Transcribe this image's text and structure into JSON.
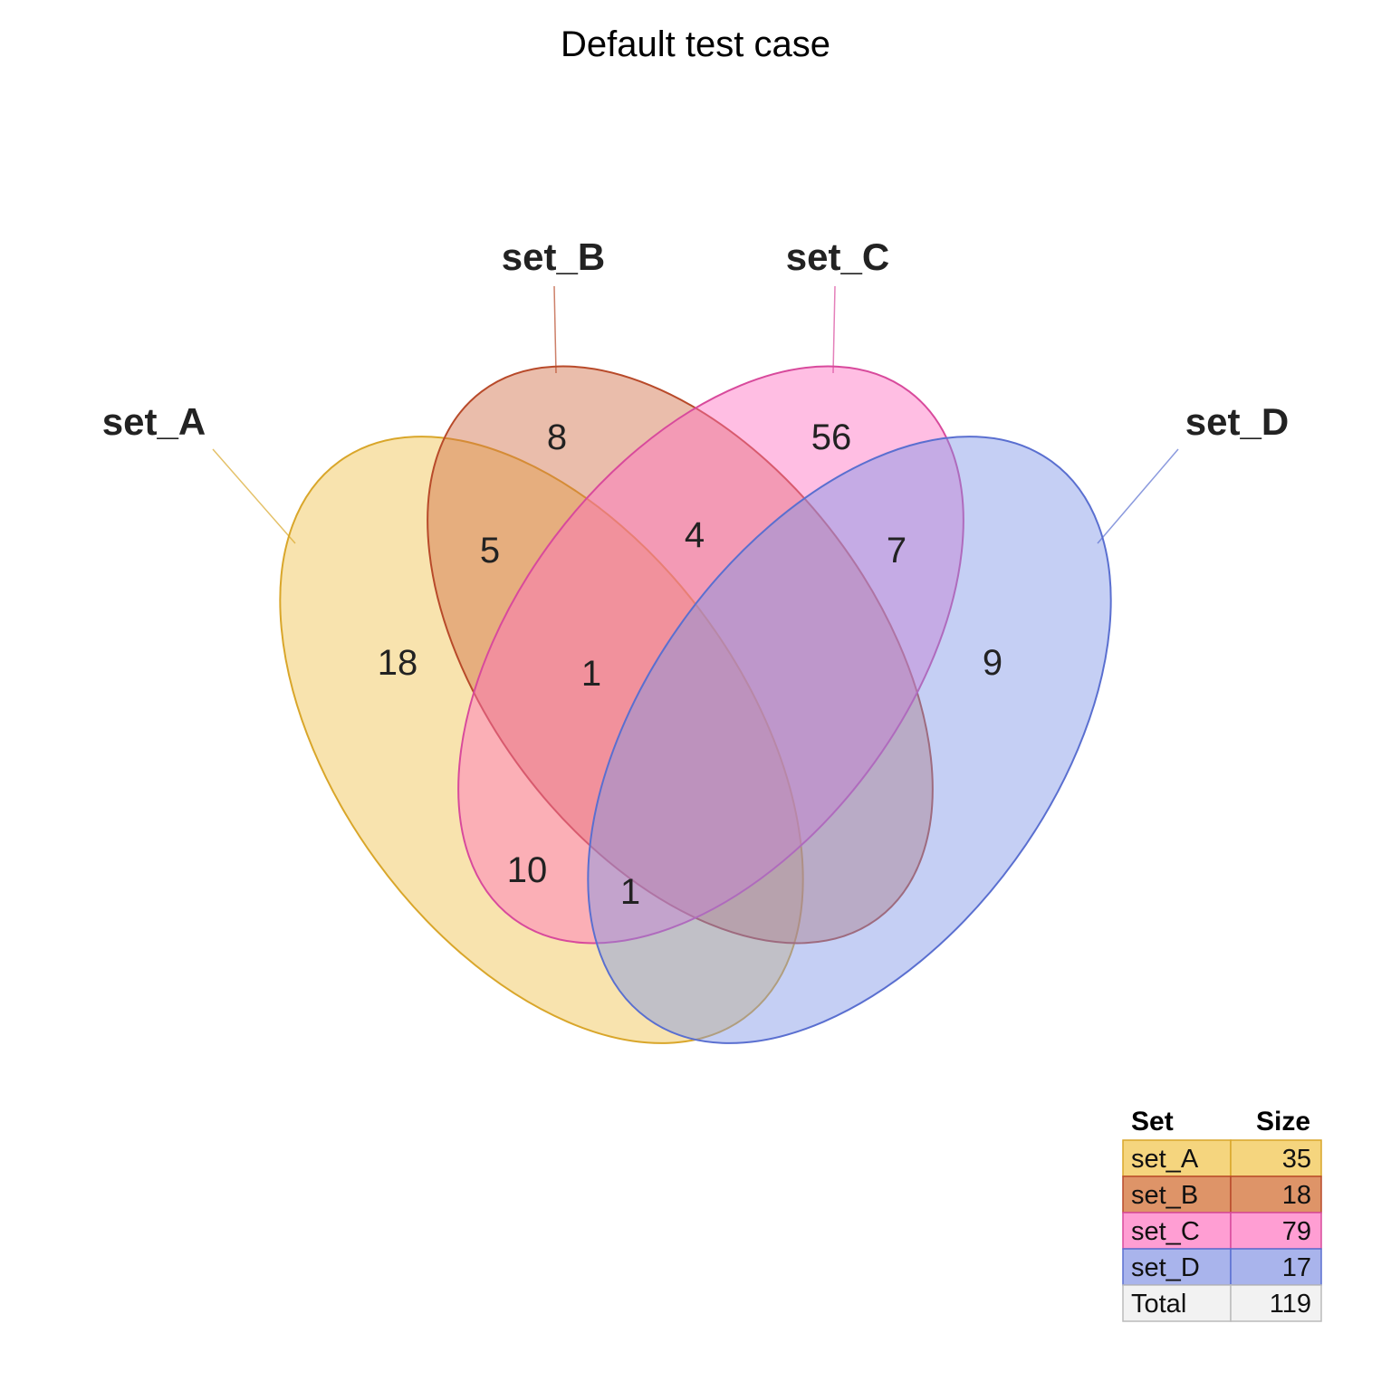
{
  "title": "Default test case",
  "sets": [
    {
      "name": "set_A",
      "fill": "#EFC24B",
      "stroke": "#D9A62A",
      "size": 35
    },
    {
      "name": "set_B",
      "fill": "#D06C45",
      "stroke": "#B84A2A",
      "size": 18
    },
    {
      "name": "set_C",
      "fill": "#FF6FC0",
      "stroke": "#D84A9C",
      "size": 79
    },
    {
      "name": "set_D",
      "fill": "#7F94E6",
      "stroke": "#5A6FD0",
      "size": 17
    }
  ],
  "regions": [
    {
      "id": "A_only",
      "count": "18"
    },
    {
      "id": "B_only",
      "count": "8"
    },
    {
      "id": "C_only",
      "count": "56"
    },
    {
      "id": "D_only",
      "count": "9"
    },
    {
      "id": "AB",
      "count": "5"
    },
    {
      "id": "BC",
      "count": "4"
    },
    {
      "id": "CD",
      "count": "7"
    },
    {
      "id": "ABC",
      "count": "1"
    },
    {
      "id": "AC",
      "count": "10"
    },
    {
      "id": "ACD",
      "count": "1"
    }
  ],
  "table": {
    "header_set": "Set",
    "header_size": "Size",
    "rows": [
      {
        "set": "set_A",
        "size": "35",
        "fill": "#F5D57E",
        "stroke": "#D9A62A"
      },
      {
        "set": "set_B",
        "size": "18",
        "fill": "#DE9468",
        "stroke": "#B84A2A"
      },
      {
        "set": "set_C",
        "size": "79",
        "fill": "#FF9ED3",
        "stroke": "#D84A9C"
      },
      {
        "set": "set_D",
        "size": "17",
        "fill": "#A9B4EC",
        "stroke": "#5A6FD0"
      },
      {
        "set": "Total",
        "size": "119",
        "fill": "#F2F2F2",
        "stroke": "#BBBBBB"
      }
    ]
  }
}
